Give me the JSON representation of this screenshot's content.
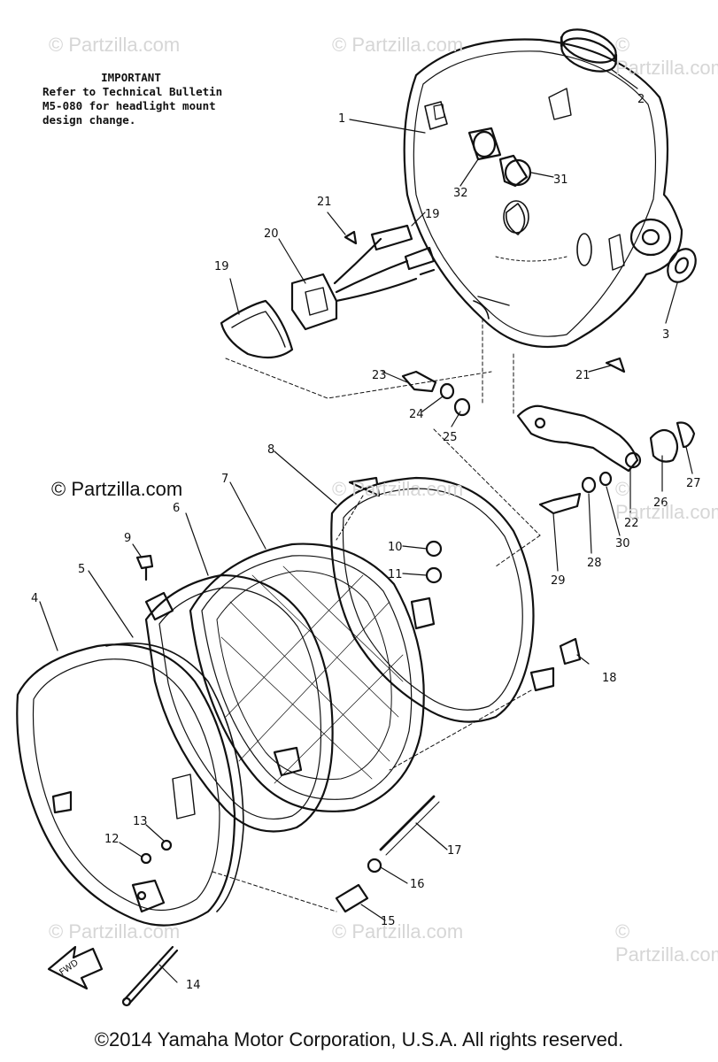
{
  "note": {
    "title": "IMPORTANT",
    "text": "Refer to Technical Bulletin\nM5-080 for headlight mount\ndesign change."
  },
  "watermark": {
    "text": "© Partzilla.com",
    "emphasized": "© Partzilla.com"
  },
  "copyright": "©2014 Yamaha Motor Corporation, U.S.A. All rights reserved.",
  "arrow_label": "FWD",
  "callouts": {
    "c1": "1",
    "c2": "2",
    "c3": "3",
    "c4": "4",
    "c5": "5",
    "c6": "6",
    "c7": "7",
    "c8": "8",
    "c9": "9",
    "c10": "10",
    "c11": "11",
    "c12": "12",
    "c13": "13",
    "c14": "14",
    "c15": "15",
    "c16": "16",
    "c17": "17",
    "c18": "18",
    "c19": "19",
    "c20": "20",
    "c21a": "21",
    "c21b": "21",
    "c22": "22",
    "c23": "23",
    "c24": "24",
    "c25": "25",
    "c26": "26",
    "c27": "27",
    "c28": "28",
    "c29": "29",
    "c30": "30",
    "c31": "31",
    "c32": "32",
    "c33": "19"
  }
}
